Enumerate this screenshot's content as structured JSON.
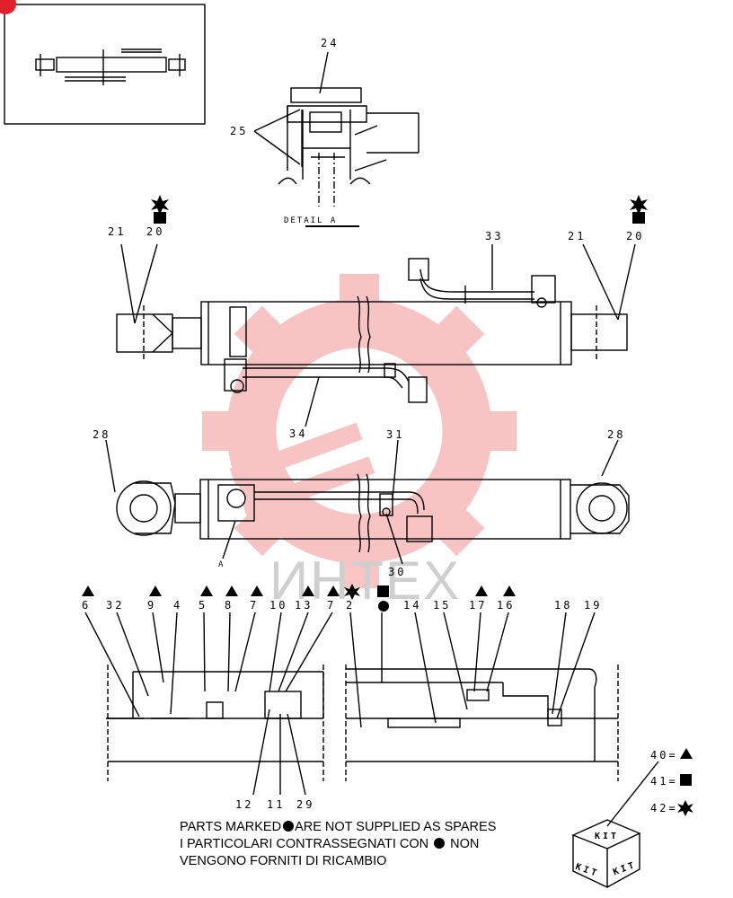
{
  "detail": {
    "item_top": "24",
    "item_left": "25",
    "title": "DETAIL  A"
  },
  "upper_view": {
    "left_items": [
      "21",
      "20"
    ],
    "right_items": [
      "21",
      "20"
    ],
    "tube_item": "33",
    "lower_tube_item": "34"
  },
  "middle_view": {
    "left_item": "28",
    "tube_item": "31",
    "right_item": "28",
    "bracket_item": "30",
    "detail_ref": "A"
  },
  "section_view": {
    "top_labels": [
      "6",
      "32",
      "9",
      "4",
      "5",
      "8",
      "7",
      "10",
      "13",
      "7",
      "2",
      "14",
      "15",
      "17",
      "16",
      "18",
      "19"
    ],
    "bottom_labels": [
      "12",
      "11",
      "29"
    ]
  },
  "legend": {
    "items": [
      {
        "code": "40=",
        "symbol": "triangle"
      },
      {
        "code": "41=",
        "symbol": "square"
      },
      {
        "code": "42=",
        "symbol": "star"
      }
    ],
    "kit_label": "KIT"
  },
  "footnote": {
    "line1_a": "PARTS MARKED",
    "line1_b": "ARE NOT SUPPLIED AS SPARES",
    "line2_a": "I  PARTICOLARI  CONTRASSEGNATI  CON",
    "line2_b": "NON",
    "line3": "VENGONO FORNITI DI RICAMBIO"
  },
  "watermark": "ИНТЕХ",
  "colors": {
    "line": "#000000",
    "watermark_gear": "#f2a0a0",
    "badge": "#e0202a"
  }
}
